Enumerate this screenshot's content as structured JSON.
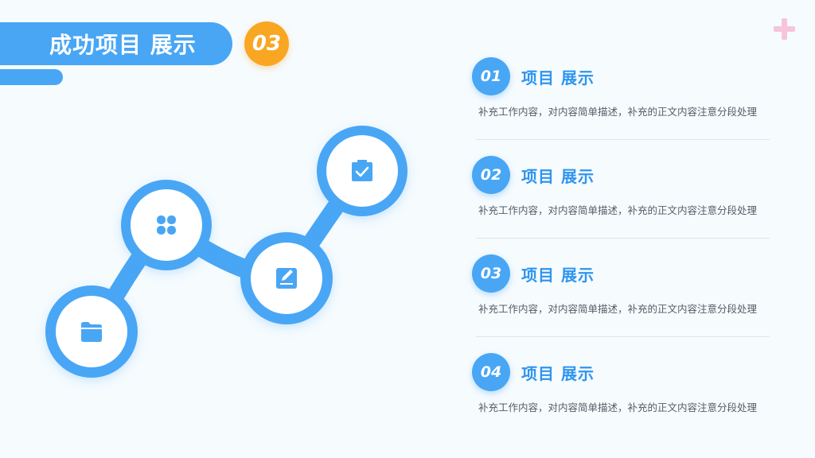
{
  "header": {
    "title": "成功项目 展示",
    "section_number": "03"
  },
  "colors": {
    "primary": "#48a6f5",
    "accent": "#f9a622",
    "decor_plus": "#f6c5dc"
  },
  "diagram": {
    "nodes": [
      {
        "icon": "folder-icon"
      },
      {
        "icon": "grid-icon"
      },
      {
        "icon": "edit-icon"
      },
      {
        "icon": "clipboard-check-icon"
      }
    ]
  },
  "items": [
    {
      "number": "01",
      "title": "项目 展示",
      "description": "补充工作内容，对内容简单描述，补充的正文内容注意分段处理"
    },
    {
      "number": "02",
      "title": "项目 展示",
      "description": "补充工作内容，对内容简单描述，补充的正文内容注意分段处理"
    },
    {
      "number": "03",
      "title": "项目 展示",
      "description": "补充工作内容，对内容简单描述，补充的正文内容注意分段处理"
    },
    {
      "number": "04",
      "title": "项目 展示",
      "description": "补充工作内容，对内容简单描述，补充的正文内容注意分段处理"
    }
  ]
}
